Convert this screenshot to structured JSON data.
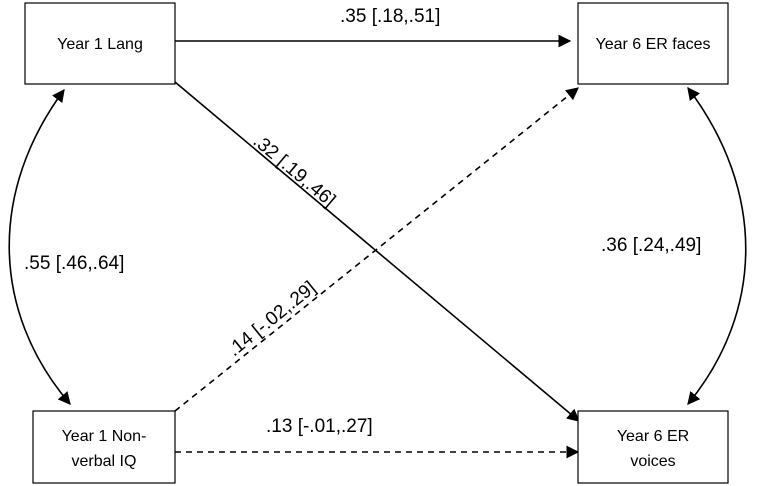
{
  "nodes": {
    "y1_lang": {
      "line1": "Year 1 Lang"
    },
    "y1_iq": {
      "line1": "Year 1 Non-",
      "line2": "verbal IQ"
    },
    "y6_faces": {
      "line1": "Year 6 ER faces"
    },
    "y6_voices": {
      "line1": "Year 6 ER",
      "line2": "voices"
    }
  },
  "edges": {
    "lang_faces": ".35 [.18,.51]",
    "lang_voices": ".32 [.19,.46]",
    "iq_faces": ".14 [-.02,.29]",
    "iq_voices": ".13 [-.01,.27]",
    "lang_iq": ".55 [.46,.64]",
    "faces_voices": ".36 [.24,.49]"
  }
}
